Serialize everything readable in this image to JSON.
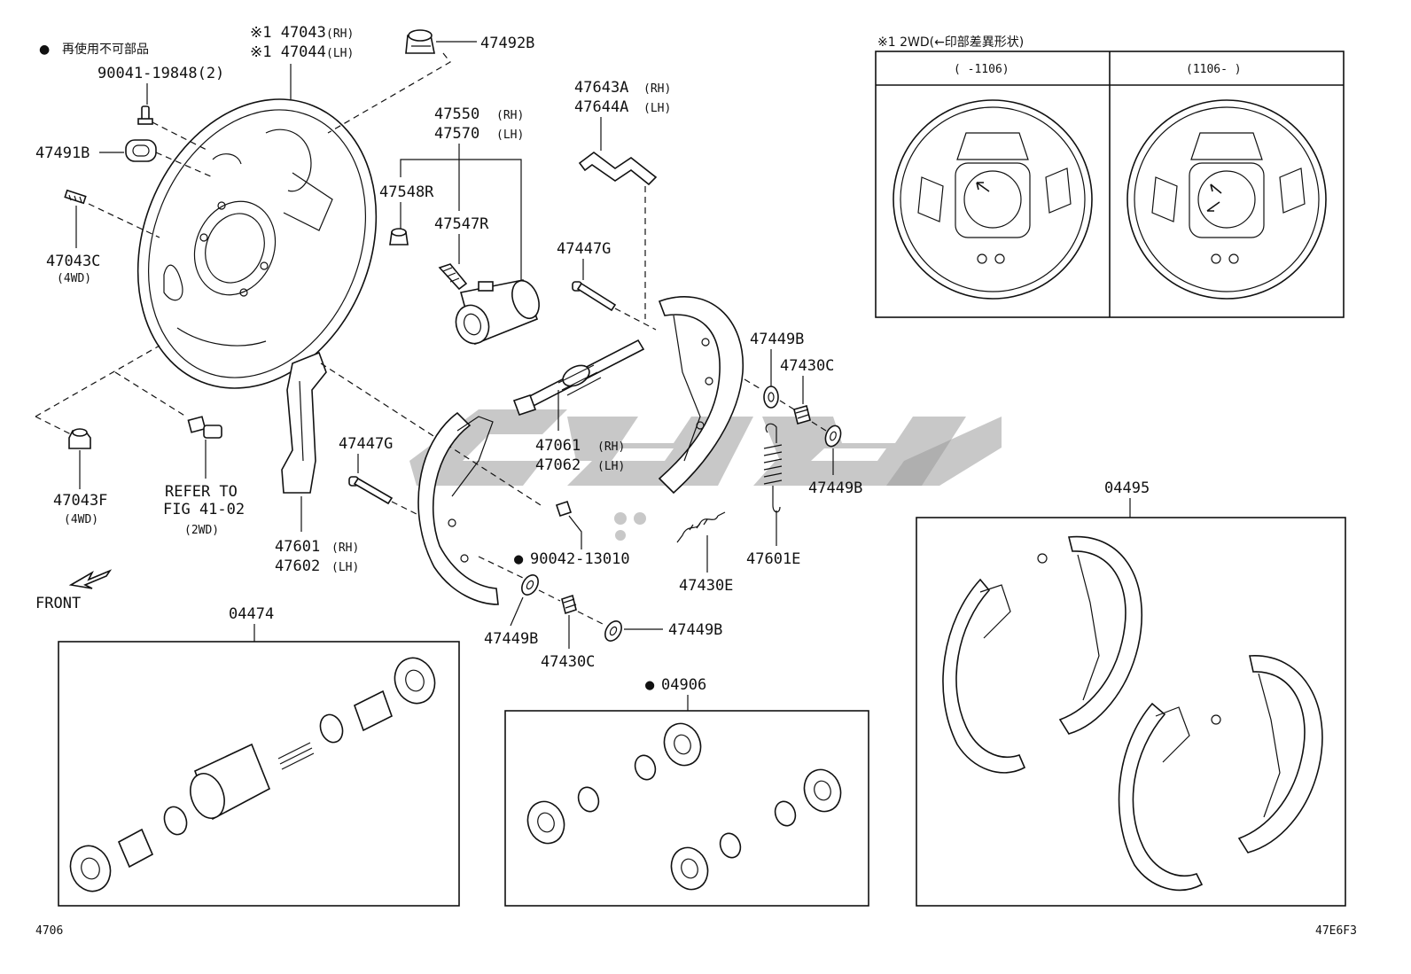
{
  "legend": {
    "marker": "●",
    "text": "再使用不可部品"
  },
  "variant_note": "※1 2WD(←印部差異形状)",
  "variant_cols": [
    "(     -1106)",
    "(1106-     )"
  ],
  "parts": {
    "p47043": "※1 47043",
    "p47043_side": "(RH)",
    "p47044": "※1 47044",
    "p47044_side": "(LH)",
    "p90041": "90041-19848(2)",
    "p47492B": "47492B",
    "p47491B": "47491B",
    "p47043C": "47043C",
    "p47043C_note": "(4WD)",
    "p47043F": "47043F",
    "p47043F_note": "(4WD)",
    "refer1": "REFER TO",
    "refer2": "FIG 41-02",
    "refer3": "(2WD)",
    "p47550": "47550",
    "p47550_side": "(RH)",
    "p47570": "47570",
    "p47570_side": "(LH)",
    "p47548R": "47548R",
    "p47547R": "47547R",
    "p47643A": "47643A",
    "p47643A_side": "(RH)",
    "p47644A": "47644A",
    "p47644A_side": "(LH)",
    "p47447G_a": "47447G",
    "p47447G_b": "47447G",
    "p47449B_a": "47449B",
    "p47430C_a": "47430C",
    "p47449B_b": "47449B",
    "p47061": "47061",
    "p47061_side": "(RH)",
    "p47062": "47062",
    "p47062_side": "(LH)",
    "p47601": "47601",
    "p47601_side": "(RH)",
    "p47602": "47602",
    "p47602_side": "(LH)",
    "p90042": "90042-13010",
    "p47430E": "47430E",
    "p47601E": "47601E",
    "p47449B_c": "47449B",
    "p47449B_d": "47449B",
    "p47430C_b": "47430C",
    "front": "FRONT",
    "kit04474": "04474",
    "kit04906": "04906",
    "kit04495": "04495"
  },
  "footer": {
    "left": "4706",
    "right": "47E6F3"
  },
  "icons": [
    "bullet-icon",
    "front-arrow-icon",
    "watermark-logo"
  ]
}
